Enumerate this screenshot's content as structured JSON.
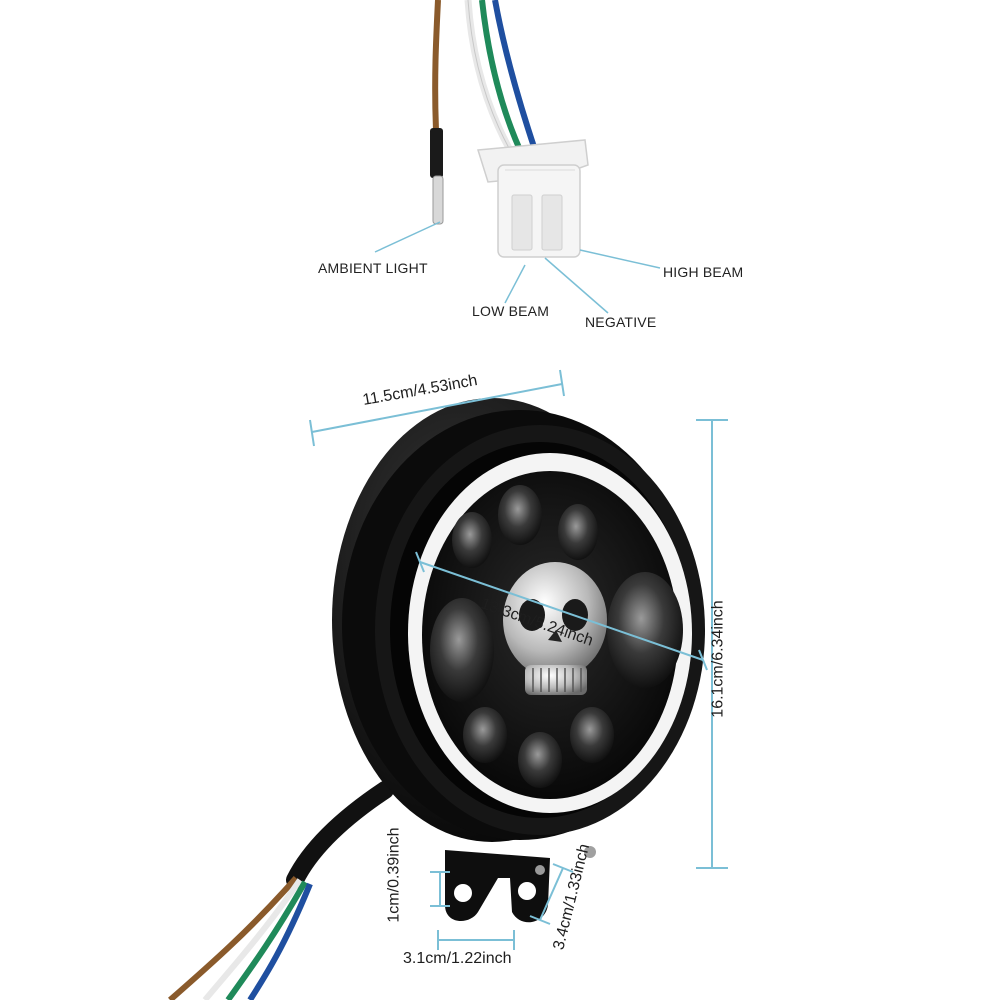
{
  "wiring": {
    "ambient_light": "AMBIENT LIGHT",
    "low_beam": "LOW BEAM",
    "negative": "NEGATIVE",
    "high_beam": "HIGH BEAM"
  },
  "dimensions": {
    "depth": "11.5cm/4.53inch",
    "height": "16.1cm/6.34inch",
    "lens_diameter": "13.3cm/5.24inch",
    "bracket_hole": "1cm/0.39inch",
    "bracket_width": "3.1cm/1.22inch",
    "bracket_height": "3.4cm/1.33inch"
  },
  "colors": {
    "dimension_line": "#7bbfd6",
    "housing": "#0b0b0b",
    "halo_ring": "#f4f4f4",
    "wire_brown": "#8a5a2b",
    "wire_green": "#1f8a5a",
    "wire_blue": "#1f4fa0",
    "wire_white": "#f0f0f0"
  }
}
